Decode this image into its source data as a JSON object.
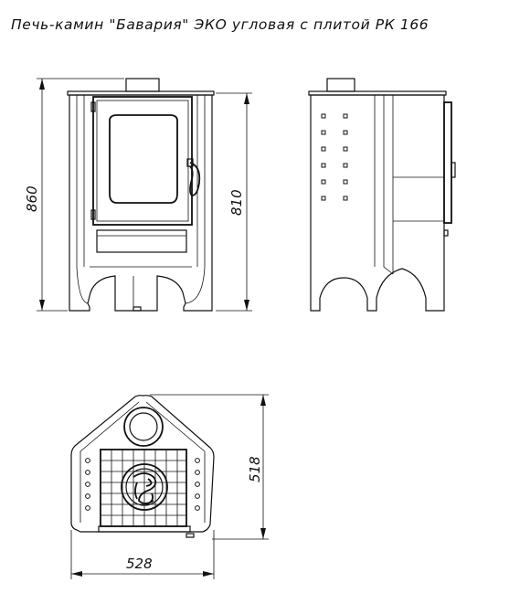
{
  "title": "Печь-камин \"Бавария\" ЭКО угловая с плитой РК 166",
  "dimensions": {
    "total_height": "860",
    "body_height": "810",
    "depth": "518",
    "width": "528"
  },
  "colors": {
    "line": "#111111",
    "background": "#ffffff"
  }
}
